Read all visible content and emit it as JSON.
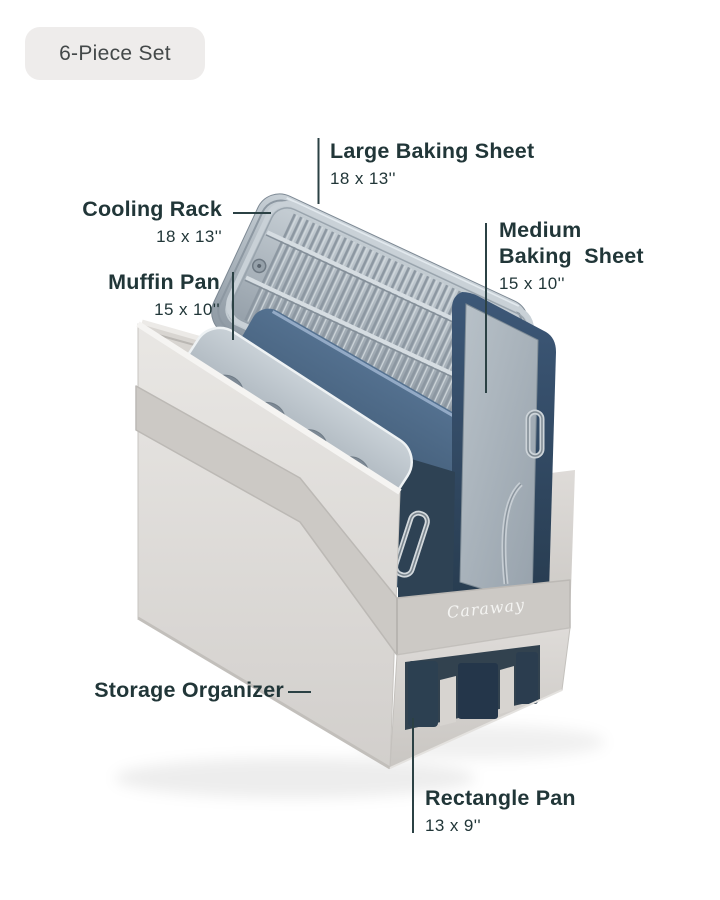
{
  "badge": {
    "label": "6-Piece Set"
  },
  "brand": {
    "logo_text": "Caraway"
  },
  "callouts": {
    "large_baking_sheet": {
      "title": "Large Baking Sheet",
      "dims": "18 x 13''"
    },
    "cooling_rack": {
      "title": "Cooling Rack",
      "dims": "18 x 13''"
    },
    "muffin_pan": {
      "title": "Muffin Pan",
      "dims": "15 x 10''"
    },
    "medium_baking_sheet": {
      "title_line1": "Medium",
      "title_line2": "Baking  Sheet",
      "dims": "15 x 10''"
    },
    "storage_organizer": {
      "title": "Storage Organizer"
    },
    "rectangle_pan": {
      "title": "Rectangle Pan",
      "dims": "13 x 9''"
    }
  },
  "colors": {
    "label_text": "#213638",
    "leader_line": "#2b4144",
    "badge_bg": "#eeeceb",
    "navy_pan": "#35506b",
    "steel_pan": "#9aa5ae",
    "fabric_gray": "#d6d3d0",
    "background": "#ffffff"
  }
}
